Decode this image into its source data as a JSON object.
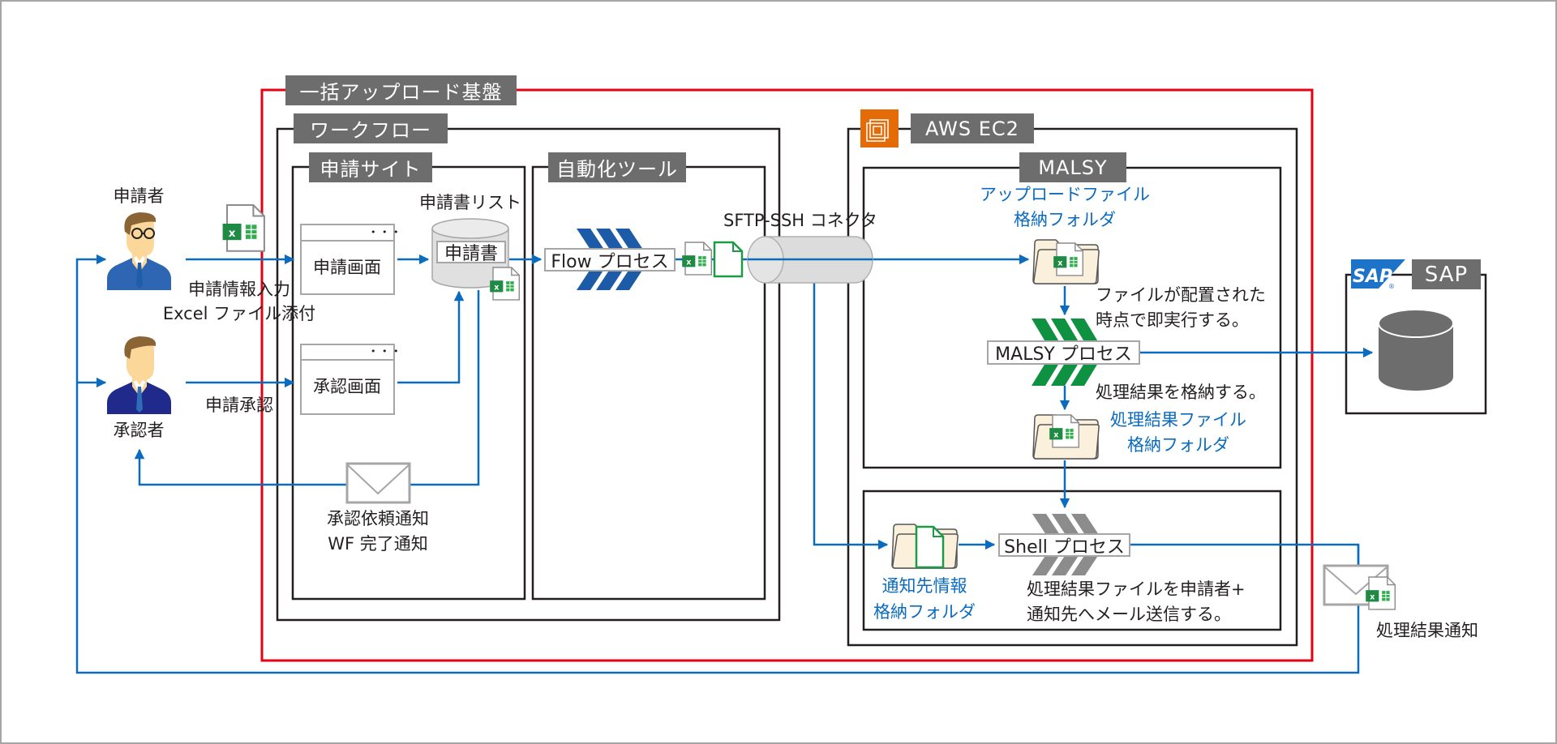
{
  "title": "一括アップロード基盤 構成図",
  "colors": {
    "frame_red": "#e60012",
    "box_dark": "#231f20",
    "arrow_blue": "#0b6bbf",
    "tag_gray": "#6d6d6d",
    "aws_orange": "#e36c09",
    "excel_green": "#1e8a43",
    "flow_blue": "#1d5aa8",
    "malsy_green": "#0f9142",
    "shell_gray": "#8c8c8c",
    "folder_beige": "#fbf0dc"
  },
  "containers": {
    "platform": "一括アップロード基盤",
    "workflow": "ワークフロー",
    "application_site": "申請サイト",
    "automation_tool": "自動化ツール",
    "aws_ec2": "AWS EC2",
    "malsy": "MALSY",
    "sap": "SAP"
  },
  "actors": {
    "applicant": "申請者",
    "approver": "承認者"
  },
  "screens": {
    "application_screen": "申請画面",
    "approval_screen": "承認画面",
    "screen_dots": "• • •"
  },
  "application_list": {
    "title": "申請書リスト",
    "item": "申請書"
  },
  "edge_labels": {
    "applicant_input_line1": "申請情報入力",
    "applicant_input_line2": "Excel ファイル添付",
    "approval": "申請承認",
    "notify_line1": "承認依頼通知",
    "notify_line2": "WF 完了通知",
    "result_notify": "処理結果通知"
  },
  "processes": {
    "flow": "Flow プロセス",
    "malsy": "MALSY プロセス",
    "shell": "Shell プロセス"
  },
  "connector": {
    "label": "SFTP-SSH コネクタ"
  },
  "folders": {
    "upload_line1": "アップロードファイル",
    "upload_line2": "格納フォルダ",
    "result_line1": "処理結果ファイル",
    "result_line2": "格納フォルダ",
    "notify_line1": "通知先情報",
    "notify_line2": "格納フォルダ"
  },
  "notes": {
    "malsy_trigger_line1": "ファイルが配置された",
    "malsy_trigger_line2": "時点で即実行する。",
    "malsy_store": "処理結果を格納する。",
    "shell_send_line1": "処理結果ファイルを申請者+",
    "shell_send_line2": "通知先へメール送信する。"
  },
  "icons": {
    "applicant": "person-with-glasses-icon",
    "approver": "person-icon",
    "excel": "excel-file-icon",
    "document": "document-icon",
    "database": "database-icon",
    "envelope": "envelope-icon",
    "folder": "folder-icon",
    "aws_ec2": "aws-ec2-chip-icon",
    "sap_logo": "sap-logo-icon",
    "excel_badge": "X"
  }
}
